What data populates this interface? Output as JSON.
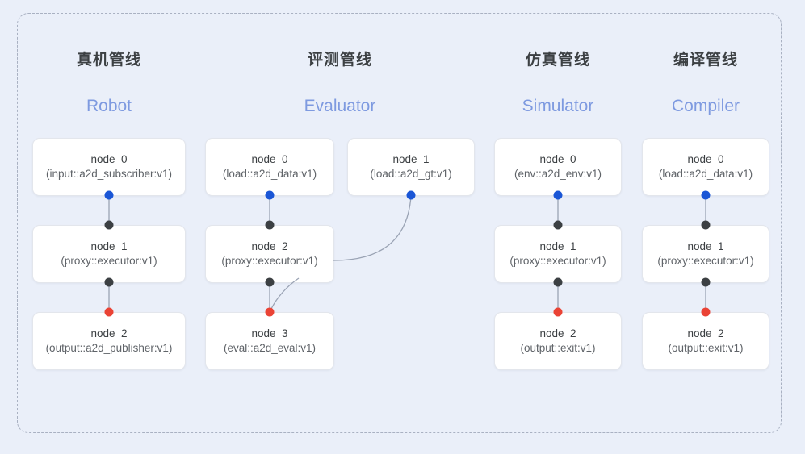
{
  "diagram": {
    "background_color": "#eaeff9",
    "frame_border_color": "#a9b1c2",
    "node_bg_color": "#ffffff",
    "accent_color": "#7e9ae0",
    "port_colors": {
      "output_blue": "#1a56d6",
      "link_dark": "#3c4043",
      "input_red": "#ea4335"
    },
    "edge_color": "#9aa3b4"
  },
  "columns": [
    {
      "id": "robot",
      "title_cn": "真机管线",
      "title_en": "Robot",
      "nodes": [
        {
          "name": "node_0",
          "spec": "(input::a2d_subscriber:v1)"
        },
        {
          "name": "node_1",
          "spec": "(proxy::executor:v1)"
        },
        {
          "name": "node_2",
          "spec": "(output::a2d_publisher:v1)"
        }
      ]
    },
    {
      "id": "evaluator",
      "title_cn": "评测管线",
      "title_en": "Evaluator",
      "nodes": [
        {
          "name": "node_0",
          "spec": "(load::a2d_data:v1)"
        },
        {
          "name": "node_1",
          "spec": "(load::a2d_gt:v1)"
        },
        {
          "name": "node_2",
          "spec": "(proxy::executor:v1)"
        },
        {
          "name": "node_3",
          "spec": "(eval::a2d_eval:v1)"
        }
      ]
    },
    {
      "id": "simulator",
      "title_cn": "仿真管线",
      "title_en": "Simulator",
      "nodes": [
        {
          "name": "node_0",
          "spec": "(env::a2d_env:v1)"
        },
        {
          "name": "node_1",
          "spec": "(proxy::executor:v1)"
        },
        {
          "name": "node_2",
          "spec": "(output::exit:v1)"
        }
      ]
    },
    {
      "id": "compiler",
      "title_cn": "编译管线",
      "title_en": "Compiler",
      "nodes": [
        {
          "name": "node_0",
          "spec": "(load::a2d_data:v1)"
        },
        {
          "name": "node_1",
          "spec": "(proxy::executor:v1)"
        },
        {
          "name": "node_2",
          "spec": "(output::exit:v1)"
        }
      ]
    }
  ]
}
